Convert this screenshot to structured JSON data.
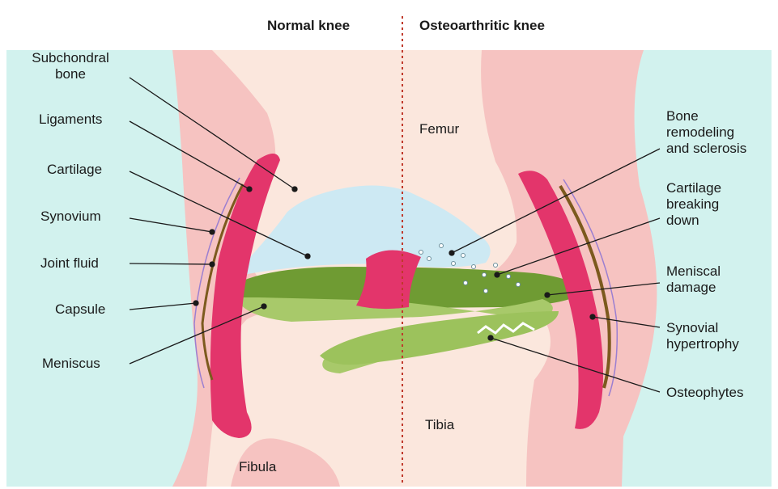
{
  "colors": {
    "background": "#d2f2ee",
    "soft_tissue": "#f6c3c1",
    "bone": "#fbe7dd",
    "cartilage": "#cde9f3",
    "ligament": "#e3356b",
    "meniscus": "#8db748",
    "divider": "#c0392b"
  },
  "headers": {
    "normal": "Normal knee",
    "oa": "Osteoarthritic knee"
  },
  "left_labels": {
    "subchondral": "Subchondral\nbone",
    "ligaments": "Ligaments",
    "cartilage": "Cartilage",
    "synovium": "Synovium",
    "joint_fluid": "Joint fluid",
    "capsule": "Capsule",
    "meniscus": "Meniscus"
  },
  "right_labels": {
    "bone_remodeling": "Bone\nremodeling\nand sclerosis",
    "cartilage_breaking": "Cartilage\nbreaking\ndown",
    "meniscal_damage": "Meniscal\ndamage",
    "synovial_hypertrophy": "Synovial\nhypertrophy",
    "osteophytes": "Osteophytes"
  },
  "bone_labels": {
    "femur": "Femur",
    "tibia": "Tibia",
    "fibula": "Fibula"
  }
}
